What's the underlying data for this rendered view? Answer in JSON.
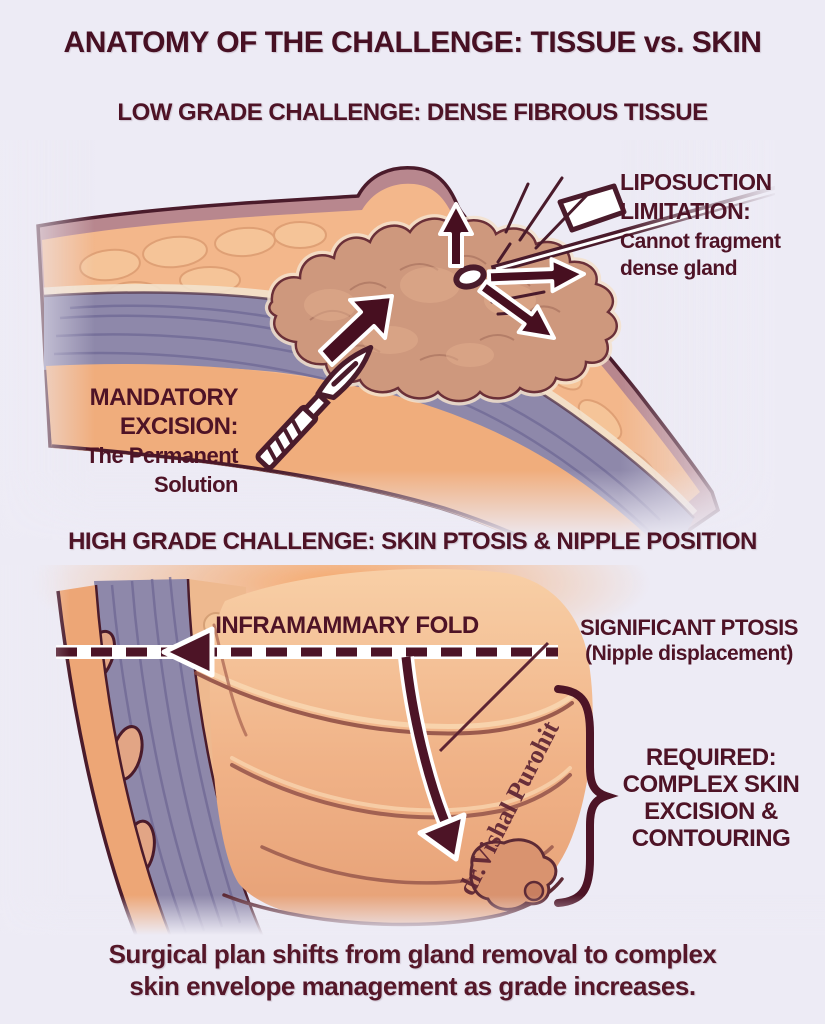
{
  "palette": {
    "background": "#edebf5",
    "heading_text": "#471023",
    "label_text": "#4e1326",
    "outline_maroon": "#4a1b2b",
    "arrow_fill": "#470f20",
    "skin": "#f2b286",
    "dermis": "#b8878e",
    "fat_lobule": "#f6c89d",
    "gland": "#ce987d",
    "muscle": "#8e88aa",
    "white_outline": "#ffffff"
  },
  "title": "ANATOMY OF THE CHALLENGE: TISSUE vs. SKIN",
  "section_low_grade": {
    "heading": "LOW GRADE CHALLENGE: DENSE FIBROUS TISSUE",
    "liposuction_label": {
      "title": "LIPOSUCTION\nLIMITATION:",
      "body": "Cannot fragment\ndense gland"
    },
    "excision_label": {
      "title": "MANDATORY\nEXCISION:",
      "body": "The Permanent\nSolution"
    }
  },
  "section_high_grade": {
    "heading": "HIGH GRADE CHALLENGE: SKIN PTOSIS & NIPPLE POSITION",
    "fold_label": "INFRAMAMMARY FOLD",
    "ptosis_label": {
      "title": "SIGNIFICANT PTOSIS",
      "subtitle": "(Nipple displacement)"
    },
    "required_label": "REQUIRED:\nCOMPLEX SKIN\nEXCISION &\nCONTOURING",
    "watermark": "dr.Vishal Purohit"
  },
  "footer": "Surgical plan shifts from gland removal to complex\nskin envelope management as grade increases."
}
